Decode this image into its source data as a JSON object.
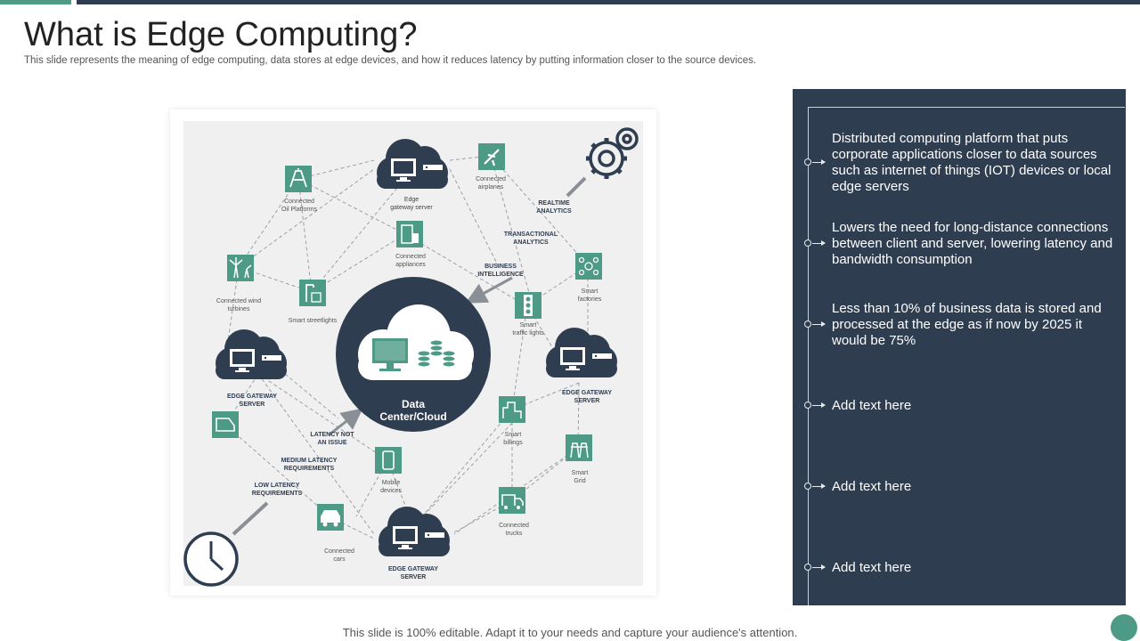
{
  "header": {
    "title": "What is Edge Computing?",
    "subtitle": "This slide represents the meaning of edge computing, data stores at edge devices, and how it reduces latency by putting information closer to the source devices."
  },
  "diagram": {
    "center_label_1": "Data",
    "center_label_2": "Center/Cloud",
    "server_top": [
      "Edge",
      "gateway server"
    ],
    "server_left": [
      "EDGE GATEWAY",
      "SERVER"
    ],
    "server_right": [
      "EDGE GATEWAY",
      "SERVER"
    ],
    "server_bottom": [
      "EDGE GATEWAY",
      "SERVER"
    ],
    "devices": {
      "oil": [
        "Connected",
        "Oil Platforms"
      ],
      "airplanes": [
        "Connected",
        "airplanes"
      ],
      "appliances": [
        "Connected",
        "appliances"
      ],
      "wind": [
        "Connected  wind",
        "turbines"
      ],
      "streetlights": [
        "Smart streetlights"
      ],
      "factories": [
        "Smart",
        "factories"
      ],
      "traffic": [
        "Smart",
        "traffic lights"
      ],
      "billings": [
        "Smart",
        "billings"
      ],
      "grid": [
        "Smart",
        "Grid"
      ],
      "mobile": [
        "Mobile",
        "devices"
      ],
      "trucks": [
        "Connected",
        "trucks"
      ],
      "cars": [
        "Connected",
        "cars"
      ]
    },
    "tags": {
      "realtime": [
        "REALTIME",
        "ANALYTICS"
      ],
      "transactional": [
        "TRANSACTIONAL",
        "ANALYTICS"
      ],
      "bi": [
        "BUSINESS",
        "INTELLIGENCE"
      ],
      "latency_not": [
        "LATENCY NOT",
        "AN ISSUE"
      ],
      "medium": [
        "MEDIUM LATENCY",
        "REQUIREMENTS"
      ],
      "low": [
        "LOW LATENCY",
        "REQUIREMENTS"
      ]
    }
  },
  "panel": {
    "items": [
      "Distributed computing platform that puts corporate applications closer to data sources such as internet of things (IOT) devices or local edge servers",
      "Lowers the need for long-distance connections between client and server, lowering latency and bandwidth consumption",
      "Less than 10% of business data is stored and processed at the edge as if now by 2025 it would be 75%",
      "Add text here",
      "Add text here",
      "Add text here"
    ]
  },
  "footer": {
    "note": "This slide is 100% editable. Adapt it to your needs and capture your audience's attention."
  },
  "colors": {
    "teal": "#4d9a86",
    "navy": "#2f3d50",
    "panel_bg": "#2f3d50"
  }
}
